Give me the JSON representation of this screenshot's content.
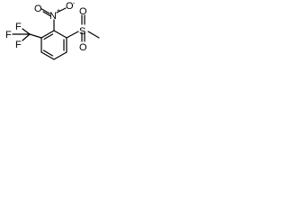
{
  "structure": {
    "atom_labels": {
      "nitro_n": "N",
      "nitro_o_top": "O",
      "nitro_o_left": "O",
      "sulfonyl_s": "S",
      "sulfonyl_o_top": "O",
      "sulfonyl_o_bottom": "O",
      "fluorine_top": "F",
      "fluorine_left": "F",
      "fluorine_bottom": "F"
    },
    "charges": {
      "nitro_n": "+",
      "nitro_o_top": "-"
    }
  }
}
